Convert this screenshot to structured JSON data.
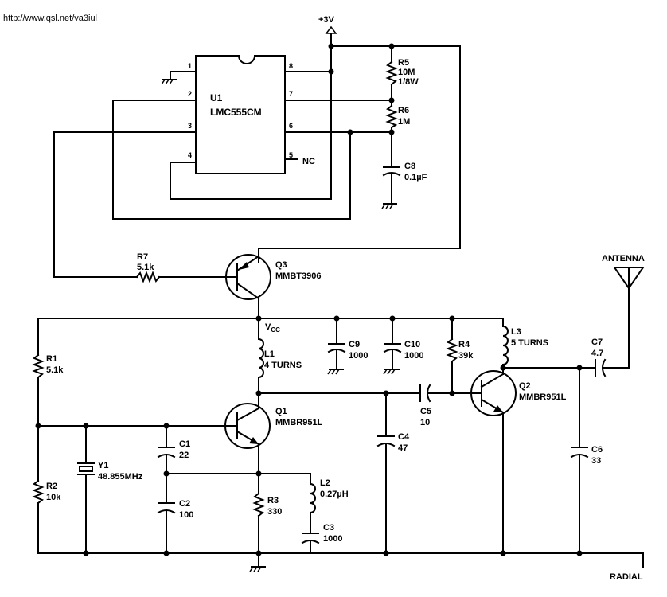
{
  "source_url": "http://www.qsl.net/va3iul",
  "supply_label": "+3V",
  "vcc_label": "V",
  "vcc_sub": "CC",
  "ic": {
    "ref": "U1",
    "part": "LMC555CM",
    "nc": "NC",
    "pins": [
      "1",
      "2",
      "3",
      "4",
      "5",
      "6",
      "7",
      "8"
    ]
  },
  "q1": {
    "ref": "Q1",
    "part": "MMBR951L"
  },
  "q2": {
    "ref": "Q2",
    "part": "MMBR951L"
  },
  "q3": {
    "ref": "Q3",
    "part": "MMBT3906"
  },
  "r1": {
    "ref": "R1",
    "value": "5.1k"
  },
  "r2": {
    "ref": "R2",
    "value": "10k"
  },
  "r3": {
    "ref": "R3",
    "value": "330"
  },
  "r4": {
    "ref": "R4",
    "value": "39k"
  },
  "r5": {
    "ref": "R5",
    "value": "10M",
    "value2": "1/8W"
  },
  "r6": {
    "ref": "R6",
    "value": "1M"
  },
  "r7": {
    "ref": "R7",
    "value": "5.1k"
  },
  "c1": {
    "ref": "C1",
    "value": "22"
  },
  "c2": {
    "ref": "C2",
    "value": "100"
  },
  "c3": {
    "ref": "C3",
    "value": "1000"
  },
  "c4": {
    "ref": "C4",
    "value": "47"
  },
  "c5": {
    "ref": "C5",
    "value": "10"
  },
  "c6": {
    "ref": "C6",
    "value": "33"
  },
  "c7": {
    "ref": "C7",
    "value": "4.7"
  },
  "c8": {
    "ref": "C8",
    "value": "0.1µF"
  },
  "c9": {
    "ref": "C9",
    "value": "1000"
  },
  "c10": {
    "ref": "C10",
    "value": "1000"
  },
  "l1": {
    "ref": "L1",
    "value": "4 TURNS"
  },
  "l2": {
    "ref": "L2",
    "value": "0.27µH"
  },
  "l3": {
    "ref": "L3",
    "value": "5 TURNS"
  },
  "y1": {
    "ref": "Y1",
    "value": "48.855MHz"
  },
  "antenna_label": "ANTENNA",
  "radial_label": "RADIAL"
}
